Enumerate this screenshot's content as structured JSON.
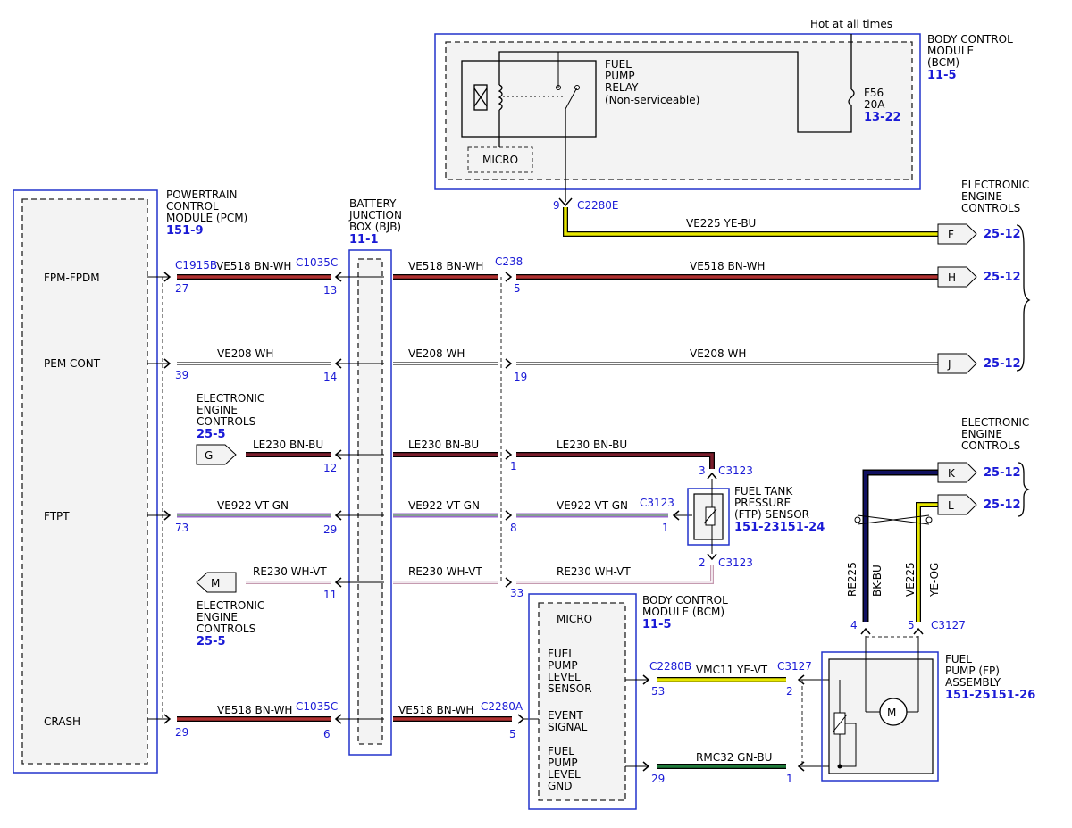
{
  "labels": {
    "hot_at_all_times": "Hot at all times",
    "bcm_top": [
      "BODY CONTROL",
      "MODULE",
      "(BCM)"
    ],
    "bcm_top_ref": "11-5",
    "fuse_name": "F56",
    "fuse_rating": "20A",
    "fuse_ref": "13-22",
    "relay": [
      "FUEL",
      "PUMP",
      "RELAY",
      "(Non-serviceable)"
    ],
    "micro": "MICRO",
    "conn_c2280e": "C2280E",
    "pin_9": "9",
    "pcm": [
      "POWERTRAIN",
      "CONTROL",
      "MODULE (PCM)"
    ],
    "pcm_ref": "151-9",
    "bjb": [
      "BATTERY",
      "JUNCTION",
      "BOX (BJB)"
    ],
    "bjb_ref": "11-1",
    "eec_top": [
      "ELECTRONIC",
      "ENGINE",
      "CONTROLS"
    ],
    "eec_ref_1": "25-12",
    "pcm_pin_names": [
      "FPM-FPDM",
      "PEM CONT",
      "FTPT",
      "CRASH"
    ],
    "eec_left_top": [
      "ELECTRONIC",
      "ENGINE",
      "CONTROLS"
    ],
    "eec_left_top_ref": "25-5",
    "eec_left_bottom": [
      "ELECTRONIC",
      "ENGINE",
      "CONTROLS"
    ],
    "eec_left_bottom_ref": "25-5",
    "eec_right_mid": [
      "ELECTRONIC",
      "ENGINE",
      "CONTROLS"
    ],
    "ftp": [
      "FUEL TANK",
      "PRESSURE",
      "(FTP) SENSOR"
    ],
    "ftp_ref": "151-23151-24",
    "bcm_bottom": [
      "BODY CONTROL",
      "MODULE (BCM)"
    ],
    "bcm_bottom_ref": "11-5",
    "bcm_bottom_micro": "MICRO",
    "bcm_sig_1": [
      "FUEL",
      "PUMP",
      "LEVEL",
      "SENSOR"
    ],
    "bcm_sig_2": [
      "EVENT",
      "SIGNAL"
    ],
    "bcm_sig_3": [
      "FUEL",
      "PUMP",
      "LEVEL",
      "GND"
    ],
    "fp": [
      "FUEL",
      "PUMP (FP)",
      "ASSEMBLY"
    ],
    "fp_ref": "151-25151-26",
    "motor": "M"
  },
  "wires": {
    "ve225_top": "VE225  YE-BU",
    "ve518": "VE518  BN-WH",
    "ve208": "VE208  WH",
    "le230": "LE230  BN-BU",
    "ve922": "VE922  VT-GN",
    "re230": "RE230  WH-VT",
    "vmc11": "VMC11  YE-VT",
    "rmc32": "RMC32  GN-BU",
    "re225": "RE225",
    "bk_bu": "BK-BU",
    "ve225_v": "VE225",
    "ye_og": "YE-OG"
  },
  "connectors": {
    "c1915b": "C1915B",
    "c1035c": "C1035C",
    "c238": "C238",
    "c3123": "C3123",
    "c2280b": "C2280B",
    "c3127": "C3127",
    "c2280a": "C2280A"
  },
  "pins": {
    "p27": "27",
    "p13": "13",
    "p5": "5",
    "p39": "39",
    "p14": "14",
    "p19": "19",
    "p12": "12",
    "p1": "1",
    "p3": "3",
    "p73": "73",
    "p29": "29",
    "p8": "8",
    "p2": "2",
    "p11": "11",
    "p33": "33",
    "p53": "53",
    "p6": "6",
    "p4": "4"
  },
  "tags": {
    "F": "F",
    "H": "H",
    "J": "J",
    "G": "G",
    "M": "M",
    "K": "K",
    "L": "L"
  },
  "refs": {
    "r25_12": "25-12"
  },
  "colors": {
    "module_outline": "#2233cc",
    "ref_text": "#1a1ad6",
    "brown": "#8b1a1a",
    "yellow": "#e6e600",
    "violet": "#9966cc",
    "green": "#1f7a3a",
    "black_blue": "#101060"
  }
}
